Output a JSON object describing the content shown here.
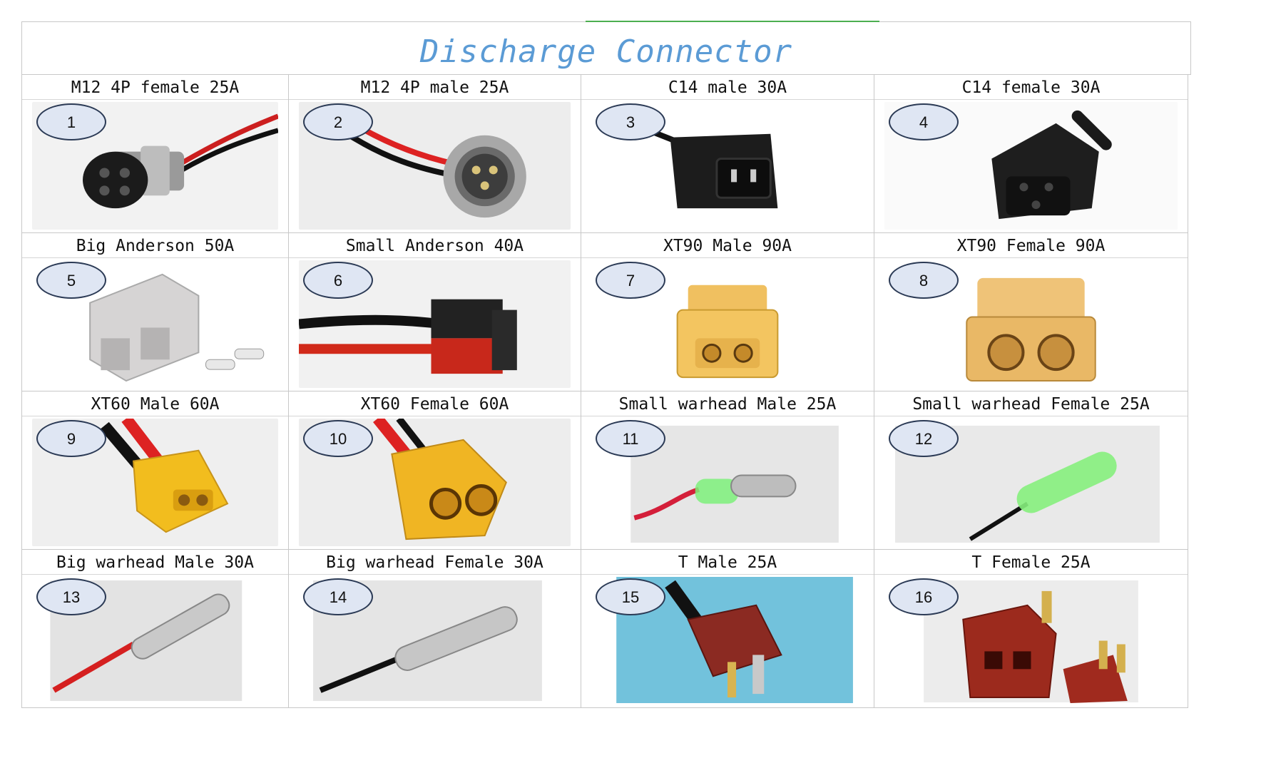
{
  "title": "Discharge Connector",
  "colors": {
    "title": "#5b9bd5",
    "grid": "#c8c8c8",
    "badge_fill": "#dfe6f3",
    "badge_border": "#2b3a55"
  },
  "connectors": [
    {
      "number": "1",
      "label": "M12 4P female 25A",
      "icon": "m12-female-icon"
    },
    {
      "number": "2",
      "label": "M12 4P male 25A",
      "icon": "m12-male-icon"
    },
    {
      "number": "3",
      "label": "C14 male 30A",
      "icon": "c14-male-icon"
    },
    {
      "number": "4",
      "label": "C14 female 30A",
      "icon": "c14-female-icon"
    },
    {
      "number": "5",
      "label": "Big Anderson 50A",
      "icon": "anderson-big-icon"
    },
    {
      "number": "6",
      "label": "Small Anderson 40A",
      "icon": "anderson-small-icon"
    },
    {
      "number": "7",
      "label": "XT90 Male 90A",
      "icon": "xt90-male-icon"
    },
    {
      "number": "8",
      "label": "XT90 Female 90A",
      "icon": "xt90-female-icon"
    },
    {
      "number": "9",
      "label": "XT60 Male 60A",
      "icon": "xt60-male-icon"
    },
    {
      "number": "10",
      "label": "XT60 Female 60A",
      "icon": "xt60-female-icon"
    },
    {
      "number": "11",
      "label": "Small warhead Male 25A",
      "icon": "warhead-small-male-icon"
    },
    {
      "number": "12",
      "label": "Small warhead Female 25A",
      "icon": "warhead-small-female-icon"
    },
    {
      "number": "13",
      "label": "Big warhead Male 30A",
      "icon": "warhead-big-male-icon"
    },
    {
      "number": "14",
      "label": "Big warhead Female 30A",
      "icon": "warhead-big-female-icon"
    },
    {
      "number": "15",
      "label": "T Male 25A",
      "icon": "t-male-icon"
    },
    {
      "number": "16",
      "label": "T Female 25A",
      "icon": "t-female-icon"
    }
  ]
}
